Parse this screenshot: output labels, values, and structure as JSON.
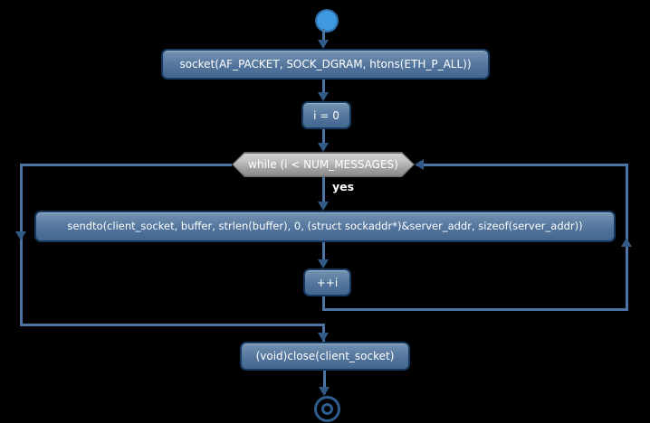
{
  "diagram": {
    "type": "activity-flowchart",
    "background_color": "#000000",
    "edge_color": "#4d74a3",
    "activity_fill_top": "#7b98b8",
    "activity_fill_bottom": "#436790",
    "activity_border": "#15395e",
    "decision_fill_top": "#d2d2d2",
    "decision_fill_bottom": "#8b8b8b",
    "start_node_color": "#3f99e0",
    "text_color": "#ffffff",
    "nodes": {
      "socket_call": "socket(AF_PACKET, SOCK_DGRAM, htons(ETH_P_ALL))",
      "init": "i = 0",
      "while_condition": "while (i < NUM_MESSAGES)",
      "sendto_call": "sendto(client_socket, buffer, strlen(buffer), 0, (struct sockaddr*)&server_addr, sizeof(server_addr))",
      "increment": "++i",
      "close_call": "(void)close(client_socket)"
    },
    "edge_labels": {
      "loop_yes": "yes"
    }
  }
}
